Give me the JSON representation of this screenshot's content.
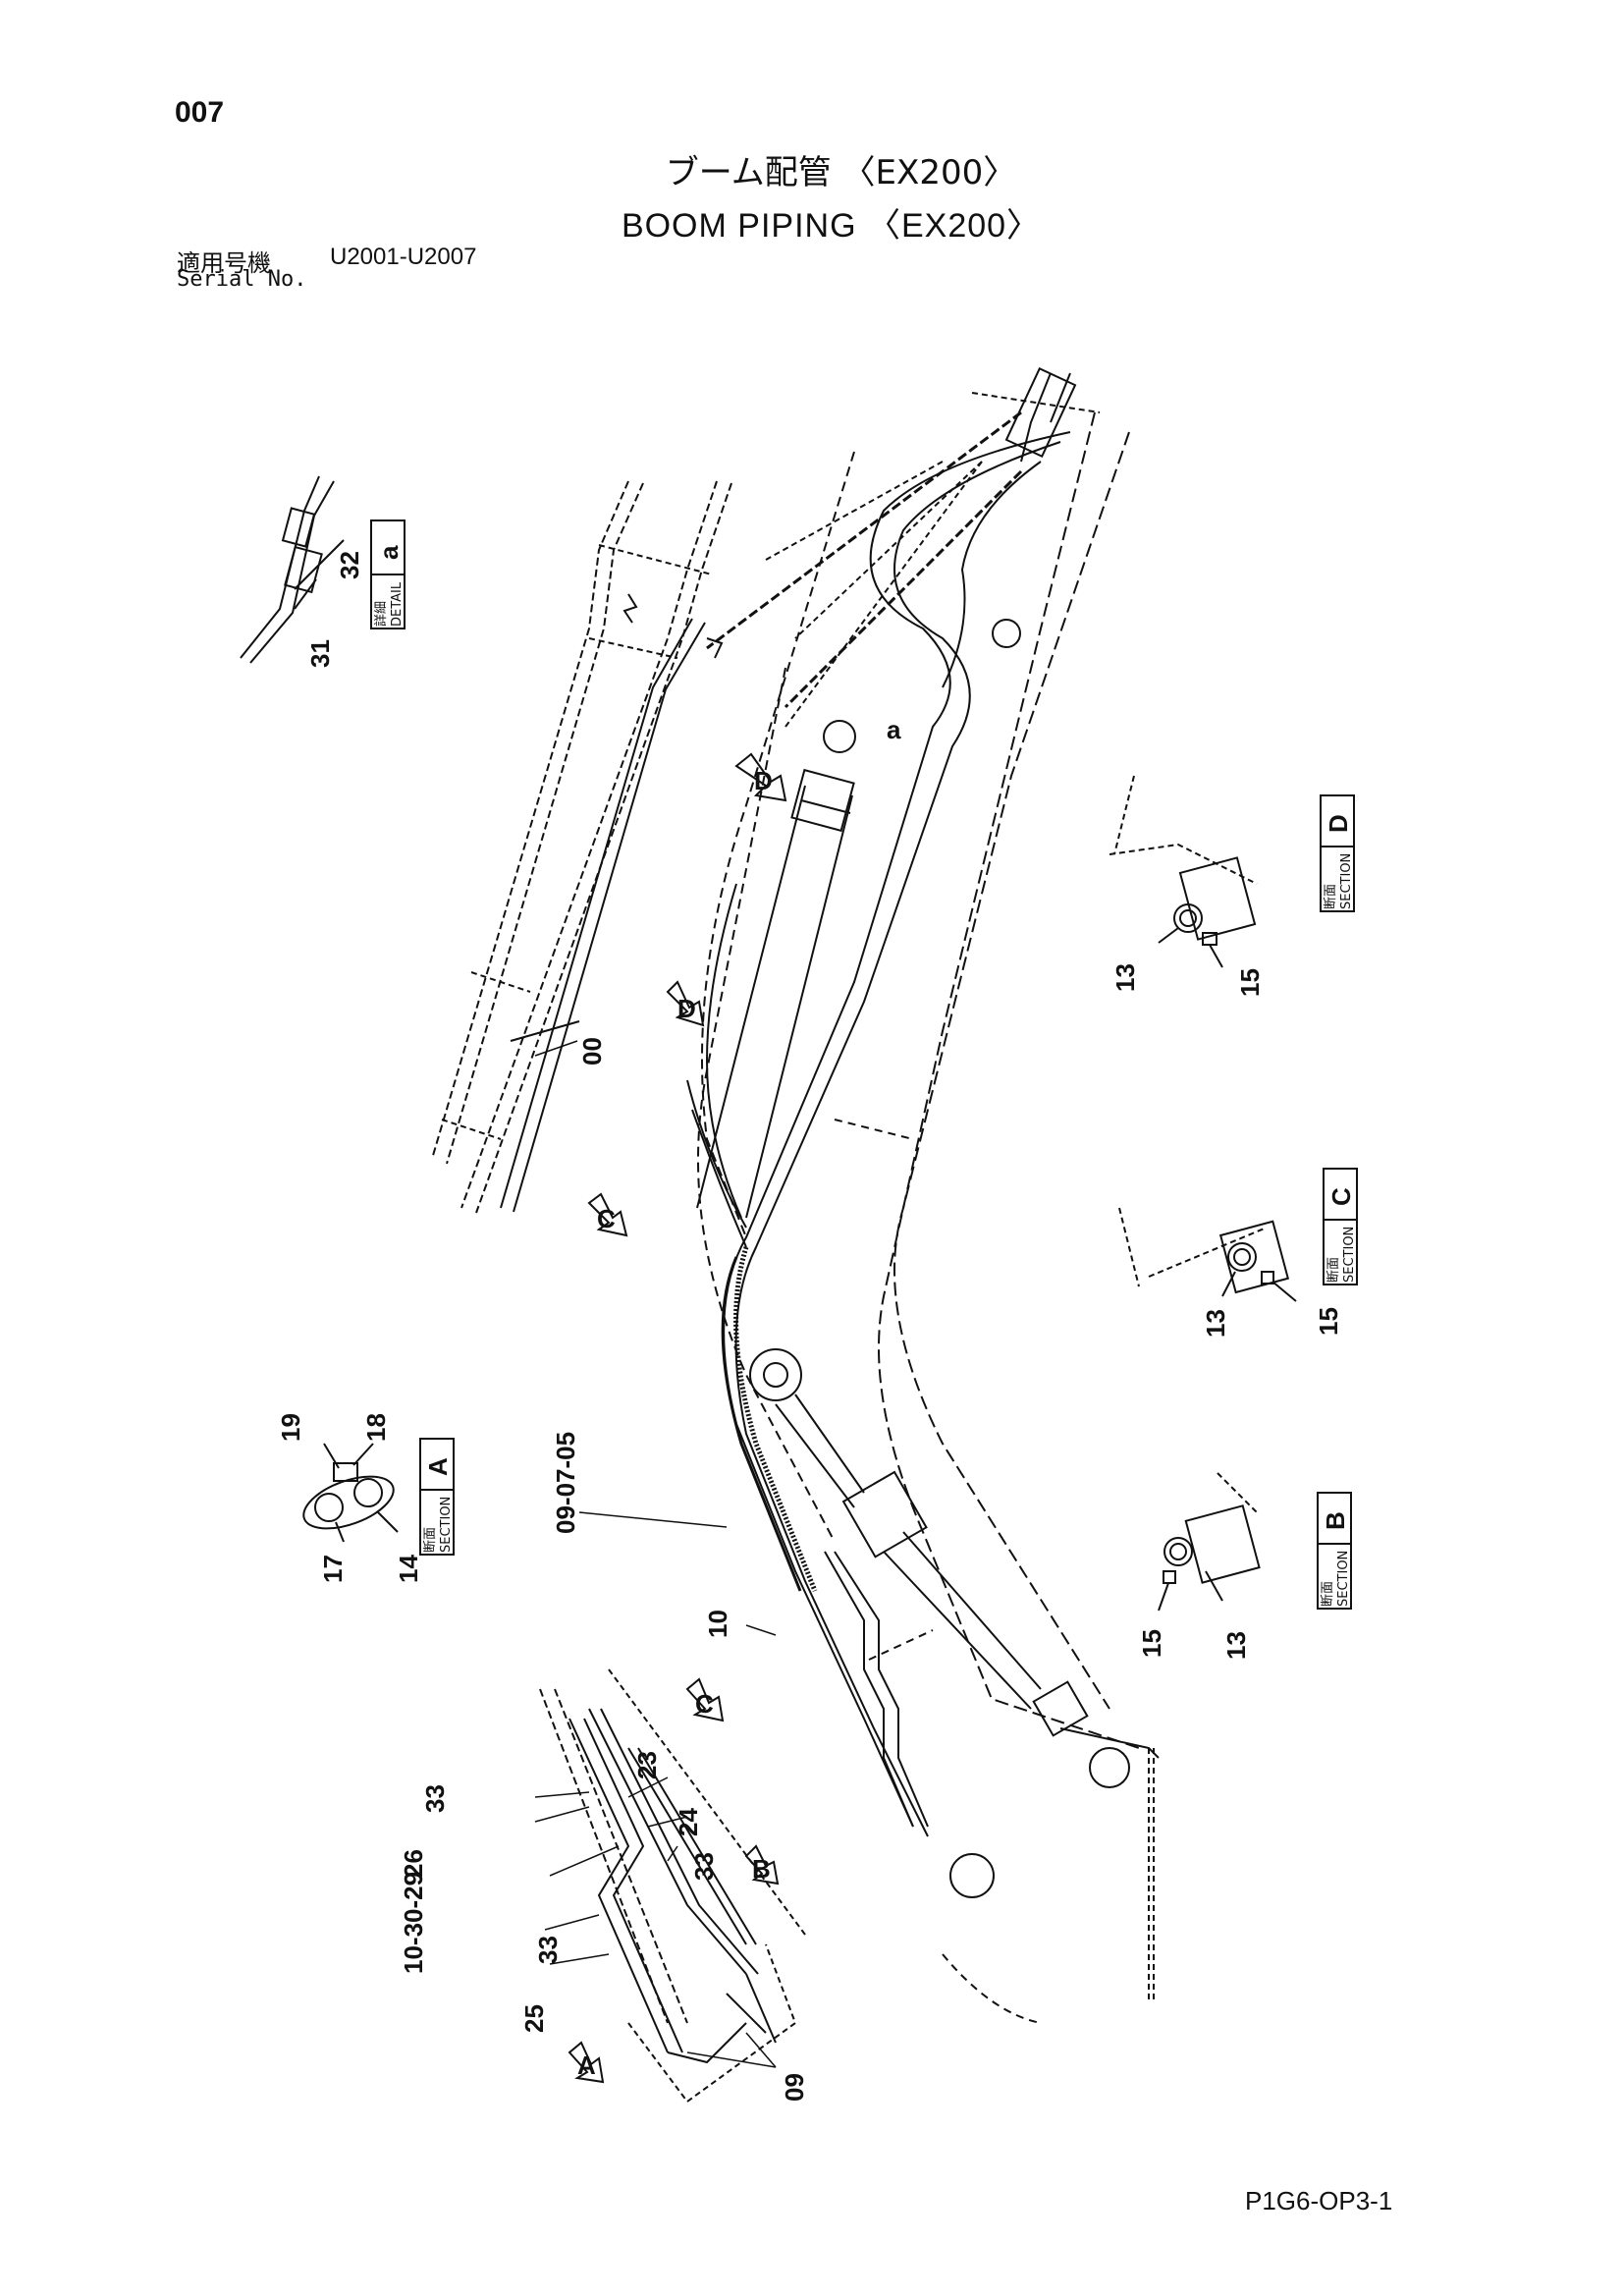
{
  "header": {
    "page_number": "007",
    "title_jp": "ブーム配管 〈EX200〉",
    "title_en": "BOOM PIPING 〈EX200〉",
    "serial_label_jp": "適用号機",
    "serial_range": "U2001-U2007",
    "serial_label_en": "Serial No."
  },
  "footer": {
    "drawing_code": "P1G6-OP3-1"
  },
  "insets": {
    "detail_a": {
      "jp": "詳細",
      "en": "DETAIL",
      "letter": "a"
    },
    "section_a": {
      "jp": "断面",
      "en": "SECTION",
      "letter": "A"
    },
    "section_b": {
      "jp": "断面",
      "en": "SECTION",
      "letter": "B"
    },
    "section_c": {
      "jp": "断面",
      "en": "SECTION",
      "letter": "C"
    },
    "section_d": {
      "jp": "断面",
      "en": "SECTION",
      "letter": "D"
    }
  },
  "view_arrows": {
    "a": "A",
    "b": "B",
    "c": "C",
    "d": "D"
  },
  "detail_marker": "a",
  "part_labels": {
    "p31": "31",
    "p32": "32",
    "p00": "00",
    "p13d": "13",
    "p15d": "15",
    "p13c": "13",
    "p15c": "15",
    "p13b": "13",
    "p15b": "15",
    "p19": "19",
    "p18": "18",
    "p17": "17",
    "p14": "14",
    "p09_07_05": "09-07-05",
    "p10": "10",
    "p23": "23",
    "p24": "24",
    "p33a": "33",
    "p26": "26",
    "p33b": "33",
    "p10_30_29": "10-30-29",
    "p33c": "33",
    "p25": "25",
    "p09": "09"
  }
}
